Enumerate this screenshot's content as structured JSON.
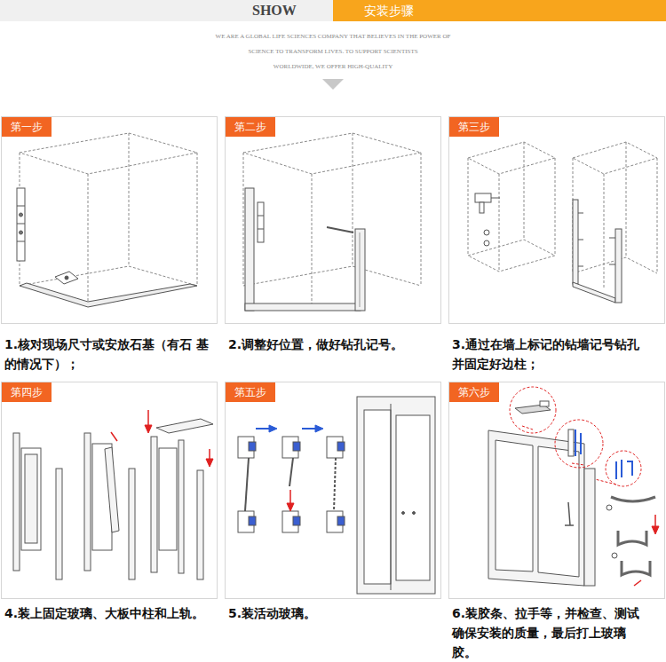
{
  "diagram": {
    "nodes": [
      {
        "text": [
          "安装步骤"
        ]
      },
      {
        "text": [
          "1.核对现场尺寸或安放石基（有石 基的情况下）；"
        ]
      },
      {
        "text": [
          "第一步"
        ],
        "in": 1
      },
      {
        "text": [
          "2.调整好位置，做好钻孔记号。"
        ]
      },
      {
        "text": [
          "第二步"
        ],
        "in": 3
      },
      {
        "text": [
          "3.通过在墙上标记的钻墙记号钻孔 并固定好边柱；"
        ]
      },
      {
        "text": [
          "第三步"
        ],
        "in": 5
      },
      {
        "text": [
          "4.装上固定玻璃、大板中柱和上轨。"
        ]
      },
      {
        "text": [
          "第四步"
        ],
        "in": 7
      },
      {
        "text": [
          "5.装活动玻璃。"
        ]
      },
      {
        "text": [
          "第五步"
        ],
        "in": 9
      },
      {
        "text": [
          "6.装胶条、拉手等，并检查、测试 确保安装的质量，最后打上玻璃胶。"
        ]
      },
      {
        "text": [
          "第六步"
        ],
        "in": 11
      }
    ],
    "labels": [
      "SHOW",
      "WE ARE A GLOBAL LIFE SCIENCES COMPANY THAT BELIEVES IN THE POWER OF",
      "SCIENCE TO TRANSFORM LIVES. TO SUPPORT SCIENTISTS",
      "WORLDWIDE, WE OFFER HIGH-QUALITY"
    ]
  }
}
